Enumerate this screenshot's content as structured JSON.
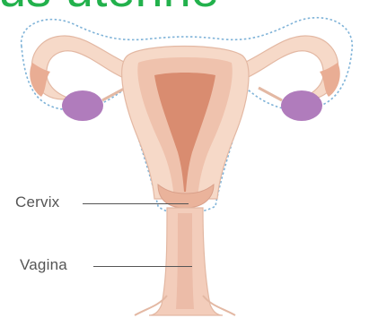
{
  "title": "us utérine",
  "labels": {
    "cervix": "Cervix",
    "vagina": "Vagina"
  },
  "colors": {
    "title_green": "#22b14c",
    "tissue_light": "#f6d9c8",
    "tissue_mid": "#eab39b",
    "tissue_dark": "#d98c70",
    "ovary": "#b07cbc",
    "outline": "#7fb3d8"
  }
}
